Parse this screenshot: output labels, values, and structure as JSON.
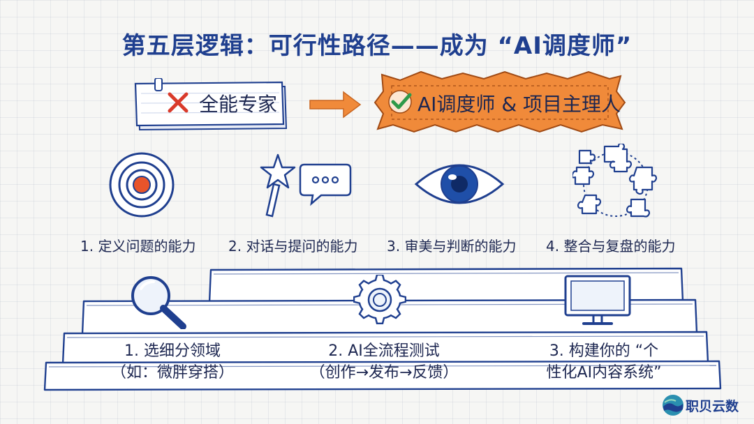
{
  "title": "第五层逻辑：可行性路径——成为 “AI调度师”",
  "from_label": "全能专家",
  "to_label": "AI调度师 & 项目主理人",
  "abilities": [
    {
      "label": "1. 定义问题的能力",
      "icon": "target-icon"
    },
    {
      "label": "2. 对话与提问的能力",
      "icon": "magic-wand-chat-icon"
    },
    {
      "label": "3. 审美与判断的能力",
      "icon": "eye-icon"
    },
    {
      "label": "4. 整合与复盘的能力",
      "icon": "puzzle-circle-icon"
    }
  ],
  "steps": [
    {
      "line1": "1. 选细分领域",
      "line2": "（如：微胖穿搭）",
      "icon": "magnifier-icon"
    },
    {
      "line1": "2. AI全流程测试",
      "line2": "（创作→发布→反馈）",
      "icon": "gear-icon"
    },
    {
      "line1": "3. 构建你的 “个",
      "line2": "性化AI内容系统”",
      "icon": "monitor-icon"
    }
  ],
  "logo_text": "职贝云数",
  "colors": {
    "navy": "#1f3f8f",
    "orange": "#f08a3a",
    "red": "#d93a2b",
    "green": "#2f9a4a"
  }
}
